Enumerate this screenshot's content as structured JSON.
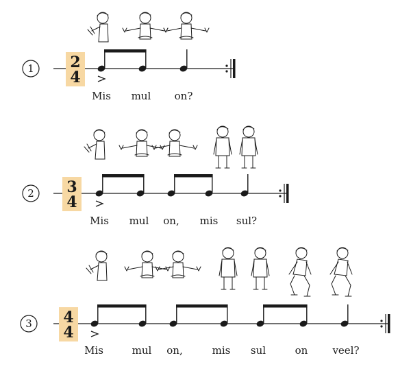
{
  "exercises": [
    {
      "number": "1",
      "time_signature": {
        "top": "2",
        "bottom": "4"
      },
      "lyrics": [
        "Mis",
        "mul",
        "on?"
      ],
      "figures": [
        "clap",
        "pat",
        "pat"
      ]
    },
    {
      "number": "2",
      "time_signature": {
        "top": "3",
        "bottom": "4"
      },
      "lyrics": [
        "Mis",
        "mul",
        "on,",
        "mis",
        "sul?"
      ],
      "figures": [
        "clap",
        "pat",
        "pat",
        "stand",
        "stand"
      ]
    },
    {
      "number": "3",
      "time_signature": {
        "top": "4",
        "bottom": "4"
      },
      "lyrics": [
        "Mis",
        "mul",
        "on,",
        "mis",
        "sul",
        "on",
        "veel?"
      ],
      "figures": [
        "clap",
        "pat",
        "pat",
        "stand",
        "stand",
        "crouch",
        "crouch"
      ]
    }
  ],
  "colors": {
    "highlight": "#f7d8a3",
    "ink": "#1a1a1a"
  }
}
